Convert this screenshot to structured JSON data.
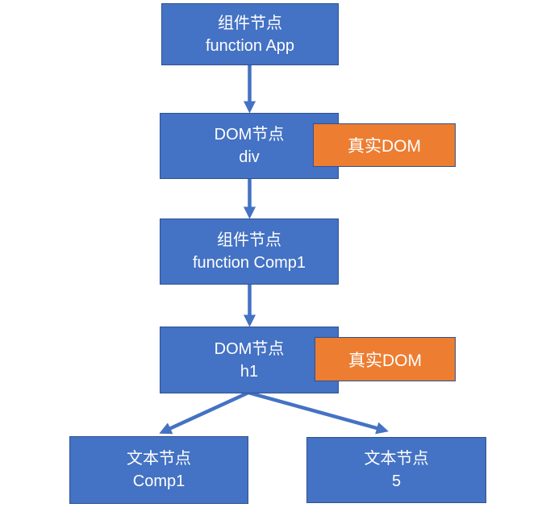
{
  "colors": {
    "node_fill": "#4472C4",
    "node_border": "#2F528F",
    "badge_fill": "#ED7D31",
    "badge_border": "#2F528F",
    "text": "#FFFFFF",
    "arrow": "#4472C4"
  },
  "diagram": {
    "nodes": [
      {
        "id": "app",
        "type_label": "组件节点",
        "value_label": "function App"
      },
      {
        "id": "div",
        "type_label": "DOM节点",
        "value_label": "div",
        "badge": "真实DOM"
      },
      {
        "id": "comp1",
        "type_label": "组件节点",
        "value_label": "function Comp1"
      },
      {
        "id": "h1",
        "type_label": "DOM节点",
        "value_label": "h1",
        "badge": "真实DOM"
      },
      {
        "id": "text-comp1",
        "type_label": "文本节点",
        "value_label": "Comp1"
      },
      {
        "id": "text-5",
        "type_label": "文本节点",
        "value_label": "5"
      }
    ],
    "edges": [
      {
        "from": "app",
        "to": "div"
      },
      {
        "from": "div",
        "to": "comp1"
      },
      {
        "from": "comp1",
        "to": "h1"
      },
      {
        "from": "h1",
        "to": "text-comp1"
      },
      {
        "from": "h1",
        "to": "text-5"
      }
    ]
  }
}
